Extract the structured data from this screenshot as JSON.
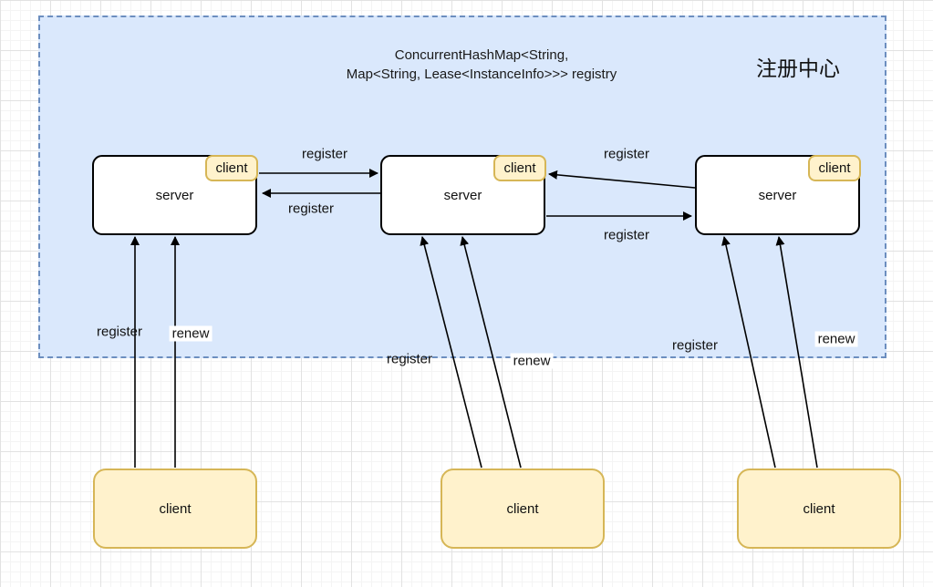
{
  "registry_zone": {
    "title": "注册中心",
    "annotation_line1": "ConcurrentHashMap&lt;String,",
    "annotation_line1_plain": "ConcurrentHashMap<String,",
    "annotation_line2": "Map<String, Lease<InstanceInfo>>> registry"
  },
  "servers": [
    {
      "label": "server",
      "badge": "client"
    },
    {
      "label": "server",
      "badge": "client"
    },
    {
      "label": "server",
      "badge": "client"
    }
  ],
  "clients": [
    {
      "label": "client"
    },
    {
      "label": "client"
    },
    {
      "label": "client"
    }
  ],
  "edge_labels": {
    "s1_to_s2": "register",
    "s2_to_s1": "register",
    "s3_to_s2": "register",
    "s2_to_s3": "register",
    "c1_register": "register",
    "c1_renew": "renew",
    "c2_register": "register",
    "c2_renew": "renew",
    "c3_register": "register",
    "c3_renew": "renew"
  },
  "colors": {
    "zone_fill": "#dae8fc",
    "zone_border": "#6c8ebf",
    "client_fill": "#fff2cc",
    "client_border": "#d6b656",
    "server_fill": "#ffffff",
    "server_border": "#000000",
    "arrow": "#000000"
  }
}
